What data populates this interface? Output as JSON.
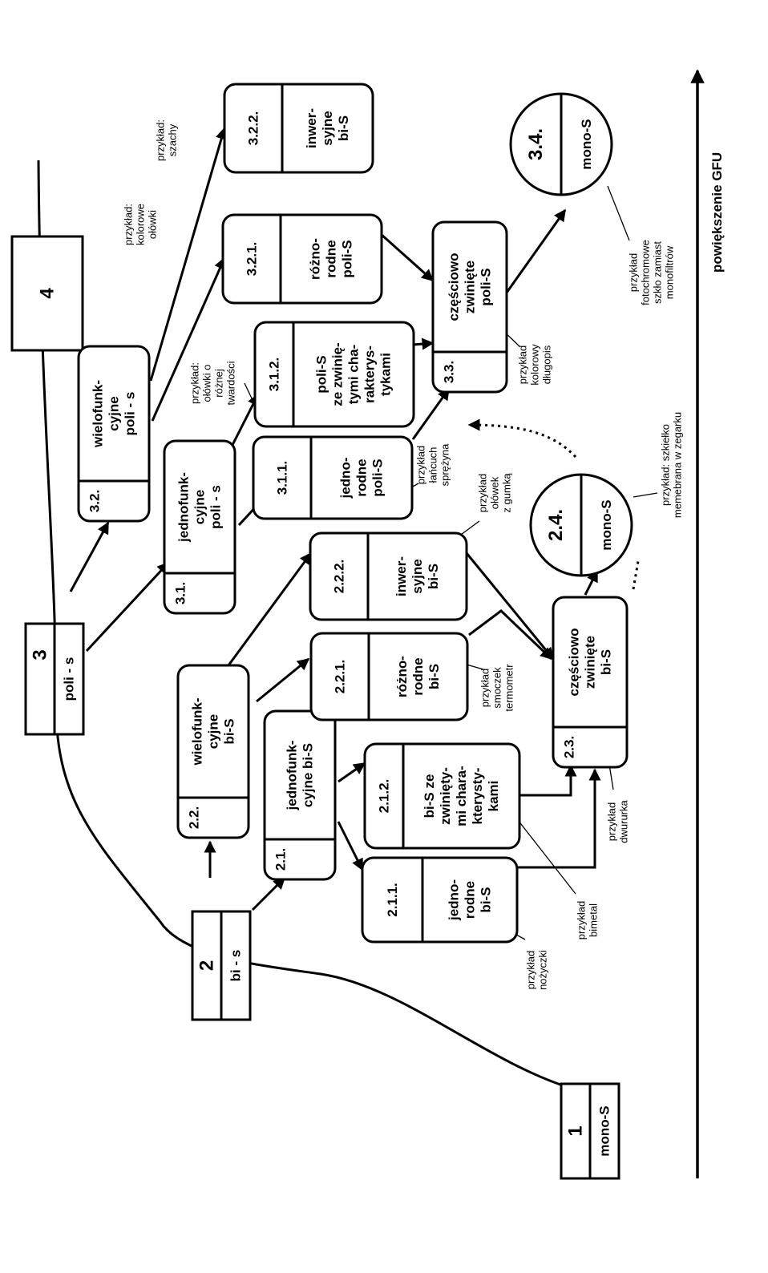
{
  "axis_label": "powiększenie GFU",
  "boxes": {
    "b1": {
      "num": "1",
      "lines": [
        "mono-S"
      ]
    },
    "b2": {
      "num": "2",
      "lines": [
        "bi - s"
      ]
    },
    "b3": {
      "num": "3",
      "lines": [
        "poli - s"
      ]
    },
    "b4": {
      "num": "4",
      "lines": []
    },
    "b21": {
      "num": "2.1.",
      "lines": [
        "jednofunk-",
        "cyjne bi-S"
      ]
    },
    "b22": {
      "num": "2.2.",
      "lines": [
        "wielofunk-",
        "cyjne",
        "bi-S"
      ]
    },
    "b211": {
      "num": "2.1.1.",
      "lines": [
        "jedno-",
        "rodne",
        "bi-S"
      ]
    },
    "b212": {
      "num": "2.1.2.",
      "lines": [
        "bi-S ze",
        "zwinięty-",
        "mi chara-",
        "kterysty-",
        "kami"
      ]
    },
    "b221": {
      "num": "2.2.1.",
      "lines": [
        "różno-",
        "rodne",
        "bi-S"
      ]
    },
    "b222": {
      "num": "2.2.2.",
      "lines": [
        "inwer-",
        "syjne",
        "bi-S"
      ]
    },
    "b23": {
      "num": "2.3.",
      "lines": [
        "częściowo",
        "zwinięte",
        "bi-S"
      ]
    },
    "b24": {
      "num": "2.4.",
      "lines": [
        "mono-S"
      ]
    },
    "b31": {
      "num": "3.1.",
      "lines": [
        "jednofunk-",
        "cyjne",
        "poli - s"
      ]
    },
    "b32": {
      "num": "3.2.",
      "lines": [
        "wielofunk-",
        "cyjne",
        "poli - s"
      ]
    },
    "b311": {
      "num": "3.1.1.",
      "lines": [
        "jedno-",
        "rodne",
        "poli-S"
      ]
    },
    "b312": {
      "num": "3.1.2.",
      "lines": [
        "poli-S",
        "ze zwinię-",
        "tymi cha-",
        "rakterys-",
        "tykami"
      ]
    },
    "b321": {
      "num": "3.2.1.",
      "lines": [
        "różno-",
        "rodne",
        "poli-S"
      ]
    },
    "b322": {
      "num": "3.2.2.",
      "lines": [
        "inwer-",
        "syjne",
        "bi-S"
      ]
    },
    "b33": {
      "num": "3.3.",
      "lines": [
        "częściowo",
        "zwinięte",
        "poli-S"
      ]
    },
    "b34": {
      "num": "3.4.",
      "lines": [
        "mono-S"
      ]
    }
  },
  "examples": {
    "e_nozyczki": [
      "przykład",
      "nożyczki"
    ],
    "e_bimetal": [
      "przykład",
      "bimetal"
    ],
    "e_dwururka": [
      "przykład",
      "dwururka"
    ],
    "e_smoczek": [
      "przykład",
      "smoczek",
      "termometr"
    ],
    "e_olowek": [
      "przykład",
      "ołówek",
      "z gumką"
    ],
    "e_lancuch": [
      "przykład",
      "łańcuch",
      "sprężyna"
    ],
    "e_szkielko": [
      "przykład: szkiełko",
      "memebrana w zegarku"
    ],
    "e_twardosc": [
      "przykład:",
      "ołówki o",
      "różnej",
      "twardości"
    ],
    "e_kolorowe": [
      "przykład:",
      "kolorowe",
      "ołówki"
    ],
    "e_szachy": [
      "przykład:",
      "szachy"
    ],
    "e_dlugopis": [
      "przykład",
      "kolorowy",
      "długopis"
    ],
    "e_fotochrom": [
      "przykład",
      "fotochromowe",
      "szkło zamiast",
      "monofiltrów"
    ]
  }
}
